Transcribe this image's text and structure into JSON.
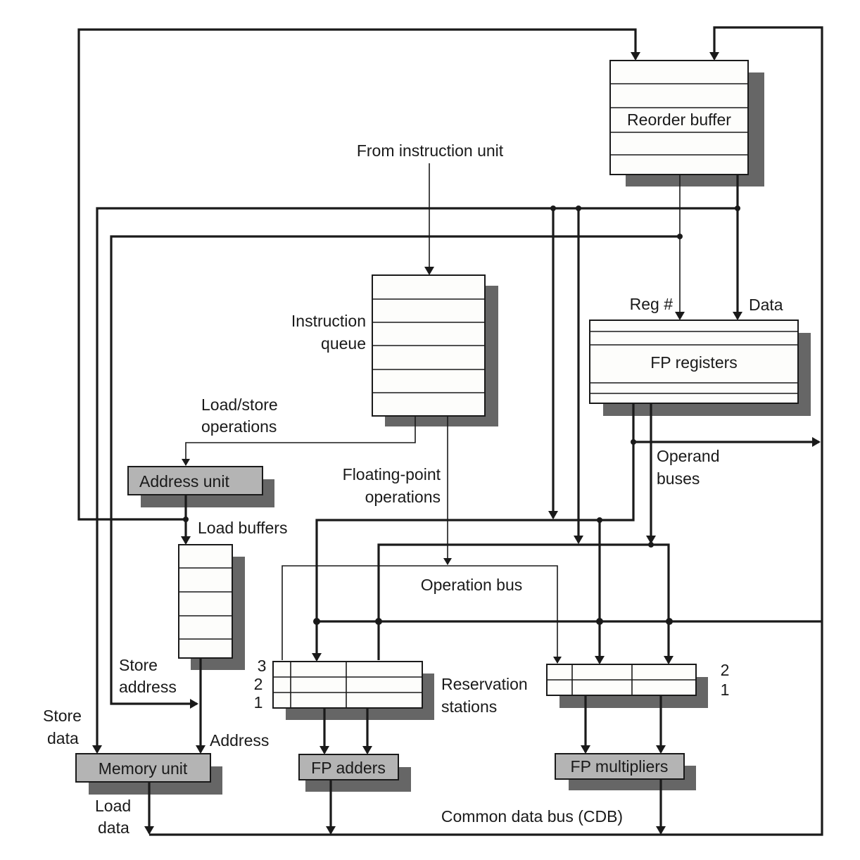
{
  "title": "Tomasulo-based FP unit with reorder buffer",
  "colors": {
    "line": "#1a1a1a",
    "shadow": "#666666",
    "unit_fill": "#b4b4b4",
    "box_fill": "#fdfdfb"
  },
  "labels": {
    "from_instruction_unit": "From instruction unit",
    "reorder_buffer": "Reorder buffer",
    "instruction_queue_1": "Instruction",
    "instruction_queue_2": "queue",
    "reg_num": "Reg #",
    "data": "Data",
    "fp_registers": "FP registers",
    "load_store_ops_1": "Load/store",
    "load_store_ops_2": "operations",
    "address_unit": "Address unit",
    "fp_ops_1": "Floating-point",
    "fp_ops_2": "operations",
    "operand_buses_1": "Operand",
    "operand_buses_2": "buses",
    "load_buffers": "Load buffers",
    "operation_bus": "Operation bus",
    "store_address_1": "Store",
    "store_address_2": "address",
    "store_data_1": "Store",
    "store_data_2": "data",
    "address": "Address",
    "memory_unit": "Memory unit",
    "load_data_1": "Load",
    "load_data_2": "data",
    "reservation_stations_1": "Reservation",
    "reservation_stations_2": "stations",
    "fp_adders": "FP adders",
    "fp_multipliers": "FP multipliers",
    "cdb": "Common data bus (CDB)",
    "rs_add_entries": [
      "3",
      "2",
      "1"
    ],
    "rs_mul_entries": [
      "2",
      "1"
    ]
  }
}
